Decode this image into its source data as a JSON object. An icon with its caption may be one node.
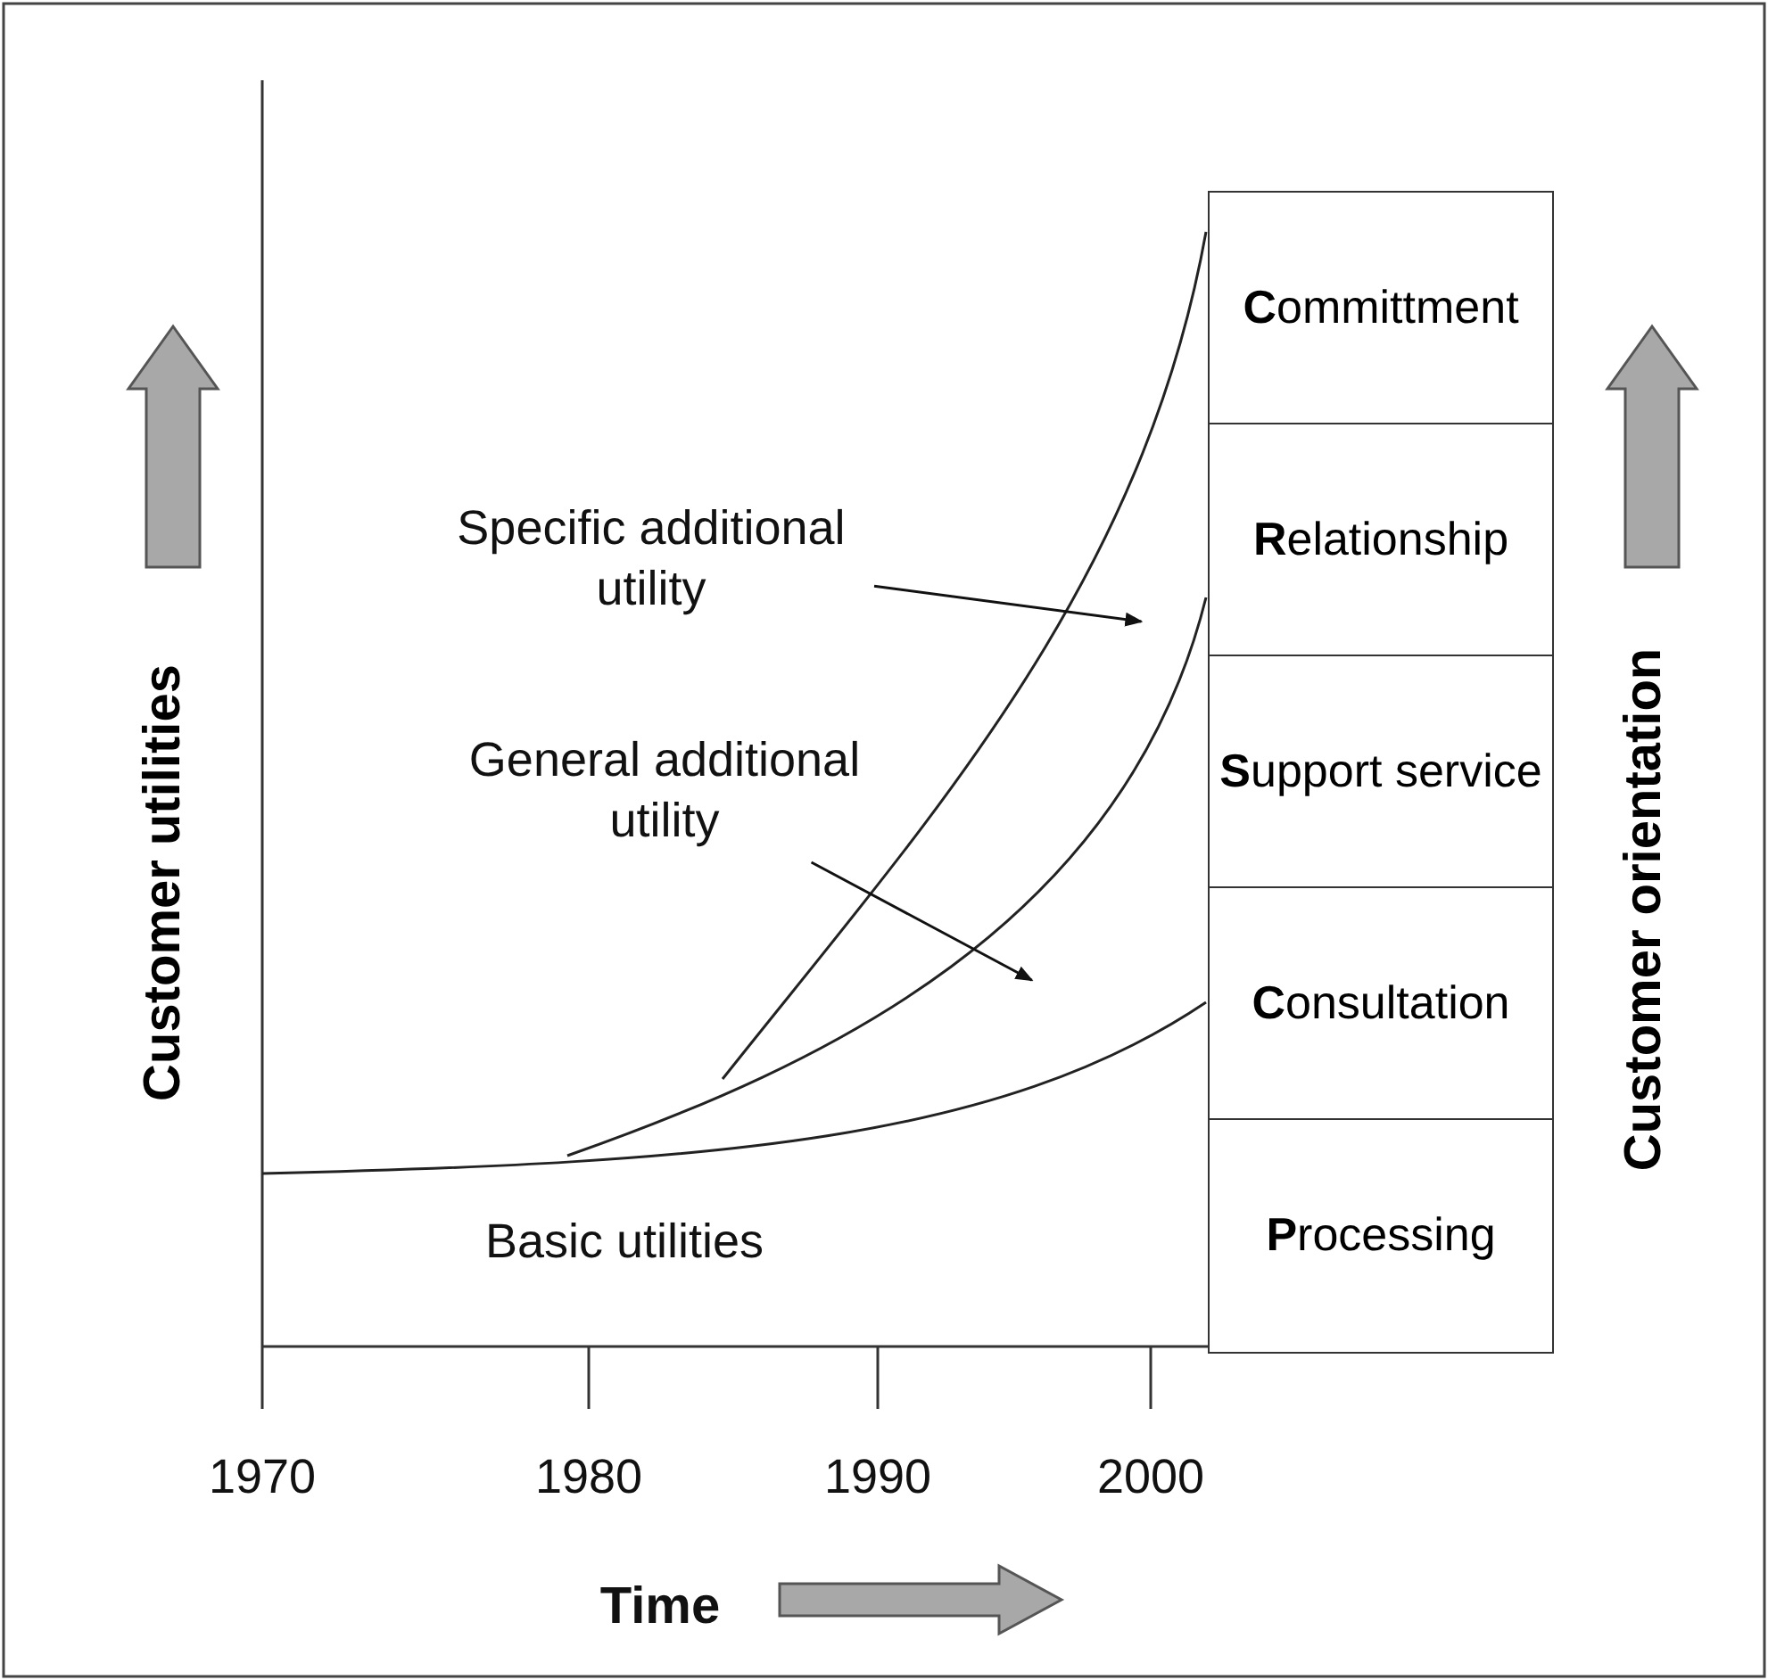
{
  "diagram": {
    "nodes": [
      {
        "text": [
          "**C**ommittment"
        ]
      },
      {
        "text": [
          "**R**elationship"
        ]
      },
      {
        "text": [
          "**S**upport service"
        ]
      },
      {
        "text": [
          "**C**onsultation"
        ]
      },
      {
        "text": [
          "**P**rocessing"
        ]
      },
      {
        "text": [
          "Specific additional utility"
        ]
      },
      {
        "text": [
          "General additional utility"
        ]
      },
      {
        "text": [],
        "shape": "curve"
      },
      {
        "text": [],
        "shape": "curve"
      },
      {
        "text": [],
        "shape": "curve"
      }
    ],
    "edges": [
      {
        "from": 5,
        "to": 8,
        "arrow": "to"
      },
      {
        "from": 6,
        "to": 7,
        "arrow": "to"
      }
    ],
    "labels": [
      "Customer utilities",
      "Basic utilities",
      "Customer orientation",
      "1970",
      "1980",
      "1990",
      "2000",
      "Time"
    ]
  }
}
